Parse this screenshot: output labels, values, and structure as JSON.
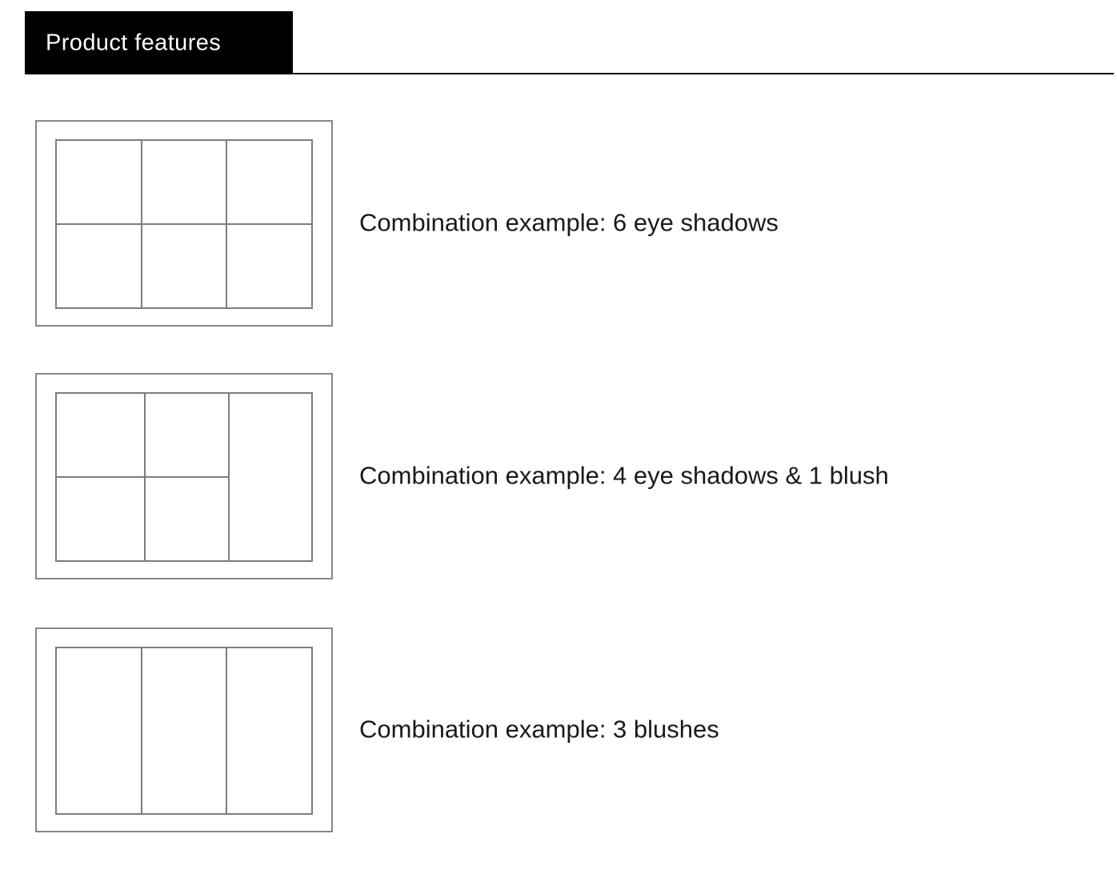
{
  "header": {
    "title": "Product features",
    "badge_bg": "#000000",
    "badge_text_color": "#ffffff",
    "rule_color": "#000000"
  },
  "palette_line_color": "#7d7d7d",
  "features": [
    {
      "caption": "Combination example: 6 eye shadows",
      "layout": "3x2",
      "pan_count": 6,
      "columns": [
        {
          "cells": 2
        },
        {
          "cells": 2
        },
        {
          "cells": 2
        }
      ]
    },
    {
      "caption": "Combination example: 4 eye shadows & 1 blush",
      "layout": "2x2-1",
      "pan_count": 5,
      "columns": [
        {
          "cells": 2
        },
        {
          "cells": 2
        },
        {
          "cells": 1
        }
      ]
    },
    {
      "caption": "Combination example: 3 blushes",
      "layout": "3x1",
      "pan_count": 3,
      "columns": [
        {
          "cells": 1
        },
        {
          "cells": 1
        },
        {
          "cells": 1
        }
      ]
    }
  ]
}
